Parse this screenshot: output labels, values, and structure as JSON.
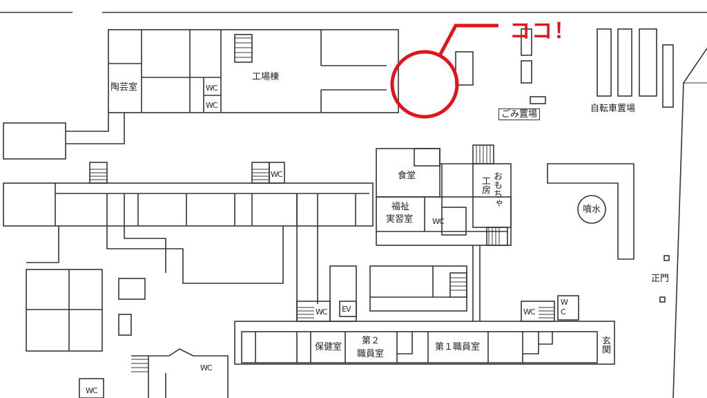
{
  "callout": {
    "text": "ココ！",
    "color": "#e0141a"
  },
  "rooms": {
    "pottery": "陶芸室",
    "factory": "工場棟",
    "garbage": "ごみ置場",
    "bicycle": "自転車置場",
    "cafeteria": "食堂",
    "welfare_1": "福祉",
    "welfare_2": "実習室",
    "toy_1": "おもちゃ",
    "toy_2": "工房",
    "fountain": "噴水",
    "main_gate": "正門",
    "health": "保健室",
    "staff2_1": "第２",
    "staff2_2": "職員室",
    "staff1": "第１職員室",
    "entrance": "玄関",
    "ev": "EV",
    "wc": "WC",
    "wc_w": "W",
    "wc_c": "C"
  }
}
